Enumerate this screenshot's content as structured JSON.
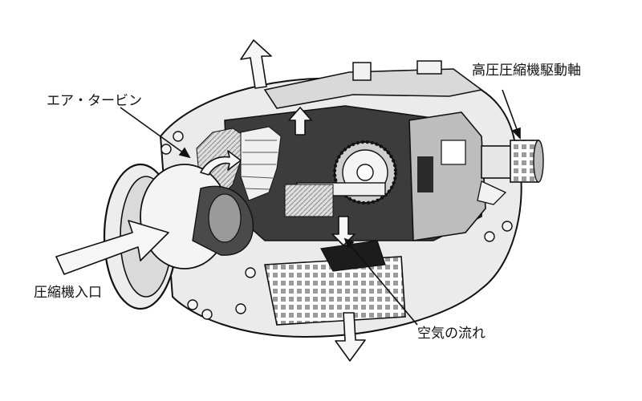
{
  "labels": {
    "air_turbine": "エア・タービン",
    "drive_shaft": "高圧圧縮機駆動軸",
    "compressor_inlet": "圧縮機入口",
    "air_flow": "空気の流れ"
  },
  "colors": {
    "background": "#ffffff",
    "line": "#111111",
    "housing": "#e9e9e9",
    "shade": "#cfcfcf",
    "dark": "#5a5a5a",
    "arrow_fill": "#f4f4f4"
  }
}
